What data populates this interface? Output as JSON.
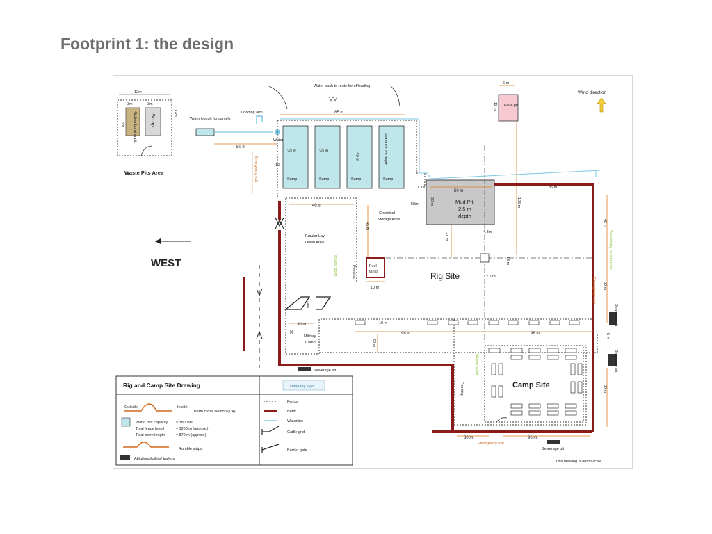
{
  "slide": {
    "title": "Footprint 1: the design"
  },
  "colors": {
    "fence": "#8b1a1a",
    "berm": "#8b1a1a",
    "waterline": "#7ec8e3",
    "pit": "#bfe6ea",
    "mud_pit": "#c8c8c8",
    "flare": "#f6c9d0",
    "waste": "#c8b280",
    "scrap": "#d8d8d8",
    "dimension": "#e07a1f",
    "muster": "#8dc63f",
    "emergency": "#d2691e"
  },
  "waste_area": {
    "title": "Waste Pits Area",
    "width": "12m",
    "height": "12m",
    "pit_w1": "3m",
    "pit_w2": "3m",
    "pit_h": "6m",
    "pit1": "Kitchen burning pit",
    "pit2": "Scrap"
  },
  "water": {
    "trough": "Water trough for camels",
    "loading_arm": "Loading arm",
    "source": "Water truck to route for offloading",
    "well": "Water well",
    "dist_trough": "50 m",
    "dist_top": "85 m"
  },
  "pits": {
    "p1_w": "20 m",
    "p2_w": "20 m",
    "p3_h": "40 m",
    "p4": "Water Pit 2m depth",
    "sump": "Sump"
  },
  "mud_pit": {
    "label": "Mud Pit",
    "depth": "2.5 m",
    "depth_label": "depth",
    "w": "50 m",
    "h": "30 m",
    "gap": "4.3m",
    "left": "58m"
  },
  "flare": {
    "label": "Flare pit",
    "w": "6 m",
    "h": "12 m",
    "dist": "105 m"
  },
  "wind": {
    "label": "Wind direction"
  },
  "compass": {
    "label": "WEST"
  },
  "areas": {
    "tubular": "Tubular Lay-Down Area",
    "chemical": "Chemical Storage Area",
    "fuel": "Fuel tanks",
    "fuel_w": "10 m",
    "rig": "Rig Site",
    "camp": "Camp Site",
    "military": "Military Camp",
    "gate": "Gate",
    "fencing1": "Fencing",
    "fencing2": "Fencing",
    "muster1": "Muster point",
    "muster2": "Secondary muster point",
    "muster3": "Muster point",
    "emergency1": "Emergency exit",
    "emergency2": "Emergency exit",
    "emergency3": "Emergency exit"
  },
  "sewage": {
    "s1": "Sewerage pit",
    "s2": "Sewerage pit",
    "s3": "Sewerage pit",
    "s4": "Sewerage pit"
  },
  "dims": {
    "d40": "40 m",
    "d45": "45 m",
    "d21": "21 m",
    "d10": "10",
    "d30gate": "30 m",
    "d30v": "30",
    "d10a": "10 m",
    "d96": "96 m",
    "d96b": "96 m",
    "d20": "20 m",
    "d40r": "40 m",
    "d50r": "50 m",
    "d5r": "5 m",
    "d60r": "60 m",
    "d30r": "30 m",
    "d10b": "10 m",
    "d96c": "96 m",
    "d27": "2.7 m",
    "d13": "13 m",
    "d85r": "85 m"
  },
  "legend": {
    "title": "Rig and Camp Site Drawing",
    "outside": "Outside",
    "inside": "Inside",
    "berm_section": "Berm cross section (1:4)",
    "pit_capacity": "Water pits capacity",
    "pit_capacity_val": "≈ 3800 m³",
    "fence_length": "Total fence length",
    "fence_length_val": "≈ 1200 m (approx.)",
    "berm_length": "Total berm length",
    "berm_length_val": "≈ 870 m (approx.)",
    "rumble": "Rumble strips",
    "ablution": "Ablutions/toilets/ trailers",
    "fence": "Fence",
    "berm": "Berm",
    "waterline": "Waterline",
    "cattle_grid": "Cattle grid",
    "barrier_gate": "Barrier gate",
    "logo_text": "company logo"
  },
  "note": "This drawing is not to scale"
}
